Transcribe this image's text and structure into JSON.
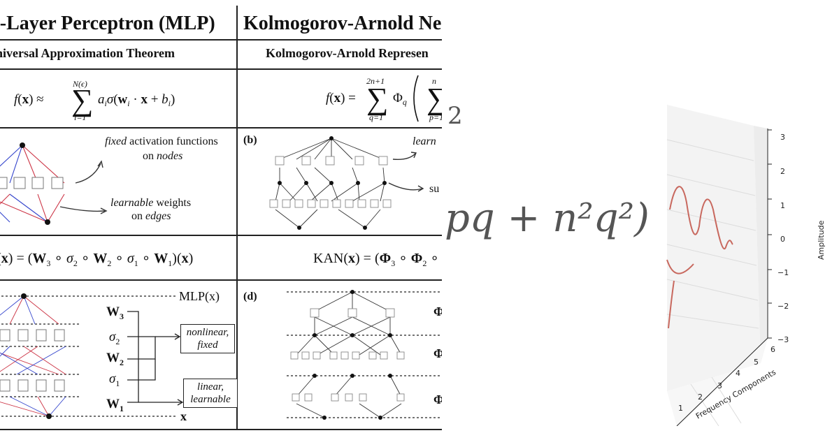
{
  "table": {
    "header_mlp": "i-Layer Perceptron (MLP)",
    "header_kan": "Kolmogorov-Arnold Ne",
    "sub_mlp": "niversal Approximation Theorem",
    "sub_kan": "Kolmogorov-Arnold Represen",
    "row_b_label": "(b)",
    "row_d_label": "(d)",
    "fixed": "fixed",
    "activation_on": "activation functions",
    "on": "on",
    "nodes": "nodes",
    "learnable": "learnable",
    "weights": "weights",
    "on_edges": "on",
    "edges": "edges",
    "learn_frag": "learn",
    "su_frag": "su",
    "mlp_x_label": "MLP(x)",
    "x_label": "x",
    "box_nonlinear_1": "nonlinear,",
    "box_nonlinear_2": "fixed",
    "box_linear_1": "linear,",
    "box_linear_2": "learnable"
  },
  "middle": {
    "top_frag": "2",
    "formula_frag": "pq + n²q²)"
  },
  "plot3d": {
    "z_ticks": [
      "3",
      "2",
      "1",
      "0",
      "−1",
      "−2",
      "−3"
    ],
    "x_ticks": [
      "1",
      "2",
      "3",
      "4",
      "5",
      "6"
    ],
    "zlabel": "Amplitude",
    "xlabel": "Frequency Components",
    "curve_color": "#c8685e"
  }
}
